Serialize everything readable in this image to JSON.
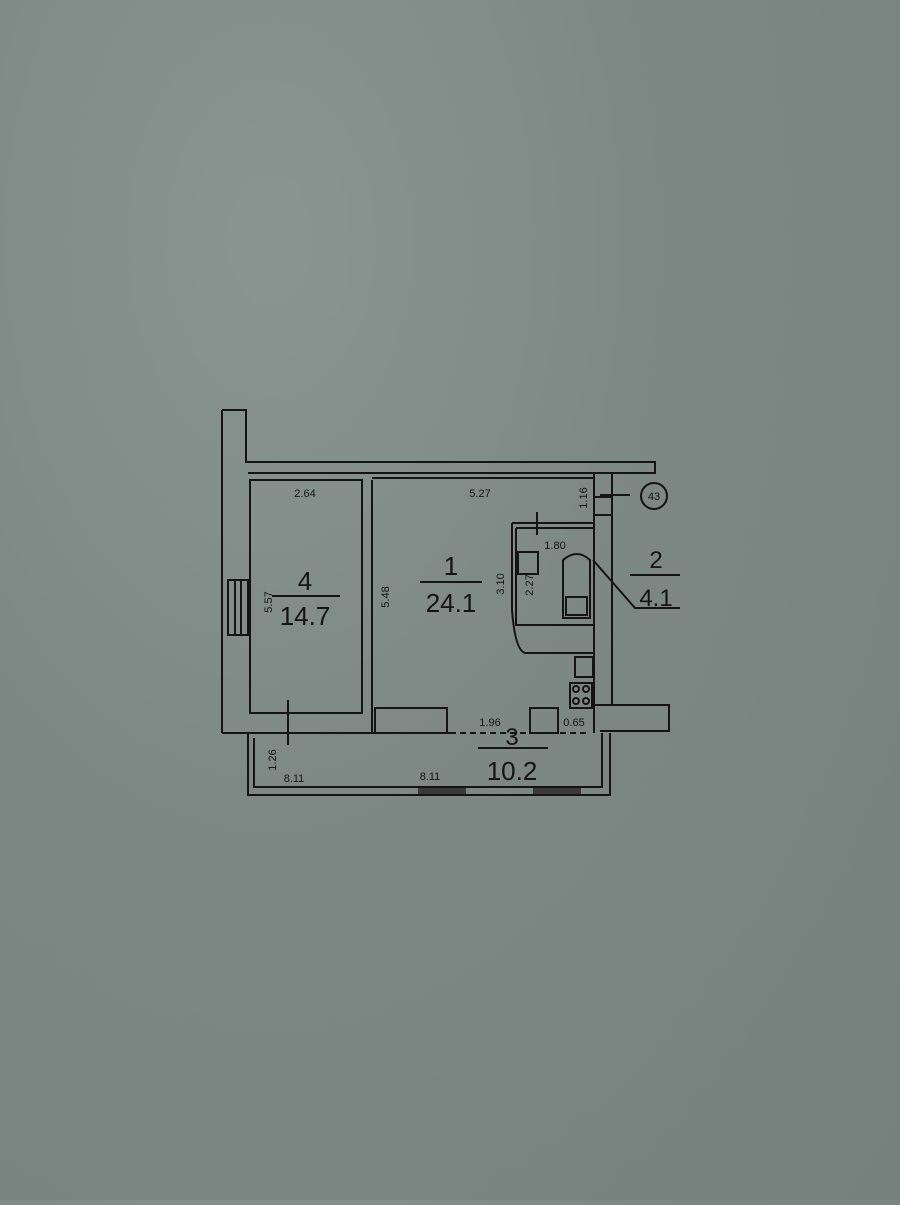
{
  "floor_plan": {
    "apartment_number": "43",
    "rooms": [
      {
        "id": "1",
        "area": "24.1",
        "dim_width": "5.27",
        "dim_height": "5.48"
      },
      {
        "id": "2",
        "area": "4.1",
        "dim_width": "1.80",
        "dim_height": "2.27",
        "dim_extra": "3.10"
      },
      {
        "id": "3",
        "area": "10.2",
        "dim_width": "8.11",
        "dim_height": "1.26",
        "dim_a": "1.96",
        "dim_b": "0.65"
      },
      {
        "id": "4",
        "area": "14.7",
        "dim_width": "2.64",
        "dim_height": "5.57"
      }
    ],
    "other_dims": {
      "entry_width": "1.16"
    },
    "colors": {
      "paper": "#7f8985",
      "ink": "#141414"
    }
  }
}
